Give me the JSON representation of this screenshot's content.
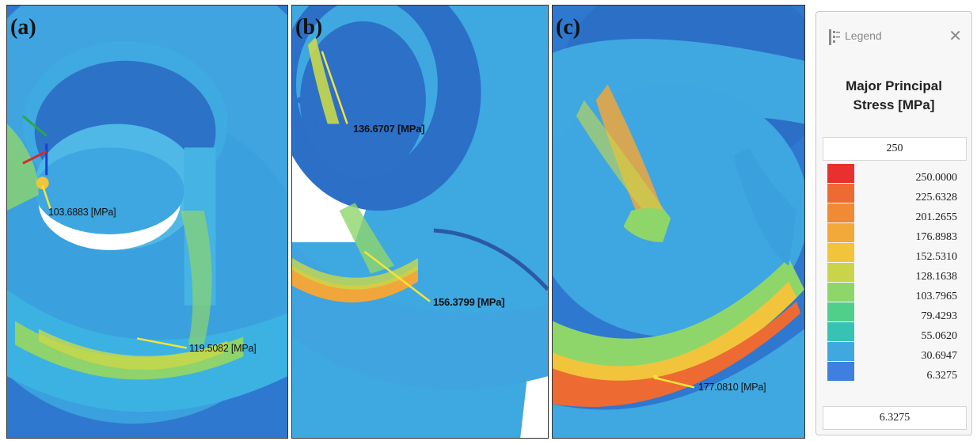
{
  "panels": [
    {
      "letter": "(a)",
      "callouts": [
        "103.6883 [MPa]",
        "119.5082 [MPa]"
      ]
    },
    {
      "letter": "(b)",
      "callouts": [
        "136.6707 [MPa]",
        "156.3799 [MPa]"
      ]
    },
    {
      "letter": "(c)",
      "callouts": [
        "177.0810 [MPa]"
      ]
    }
  ],
  "legend": {
    "header": "Legend",
    "header_icon": "legend-icon",
    "close_icon": "close-icon",
    "title_line1": "Major Principal",
    "title_line2": "Stress [MPa]",
    "max_value": "250",
    "min_value": "6.3275",
    "entries": [
      {
        "value": "250.0000",
        "color": "#e8312e"
      },
      {
        "value": "225.6328",
        "color": "#ee6a33"
      },
      {
        "value": "201.2655",
        "color": "#f08a35"
      },
      {
        "value": "176.8983",
        "color": "#f3a93a"
      },
      {
        "value": "152.5310",
        "color": "#f2c43b"
      },
      {
        "value": "128.1638",
        "color": "#c9d44a"
      },
      {
        "value": "103.7965",
        "color": "#8fd66a"
      },
      {
        "value": "79.4293",
        "color": "#4fcf8a"
      },
      {
        "value": "55.0620",
        "color": "#36c3b4"
      },
      {
        "value": "30.6947",
        "color": "#3fa8df"
      },
      {
        "value": "6.3275",
        "color": "#3f7fe0"
      }
    ]
  }
}
